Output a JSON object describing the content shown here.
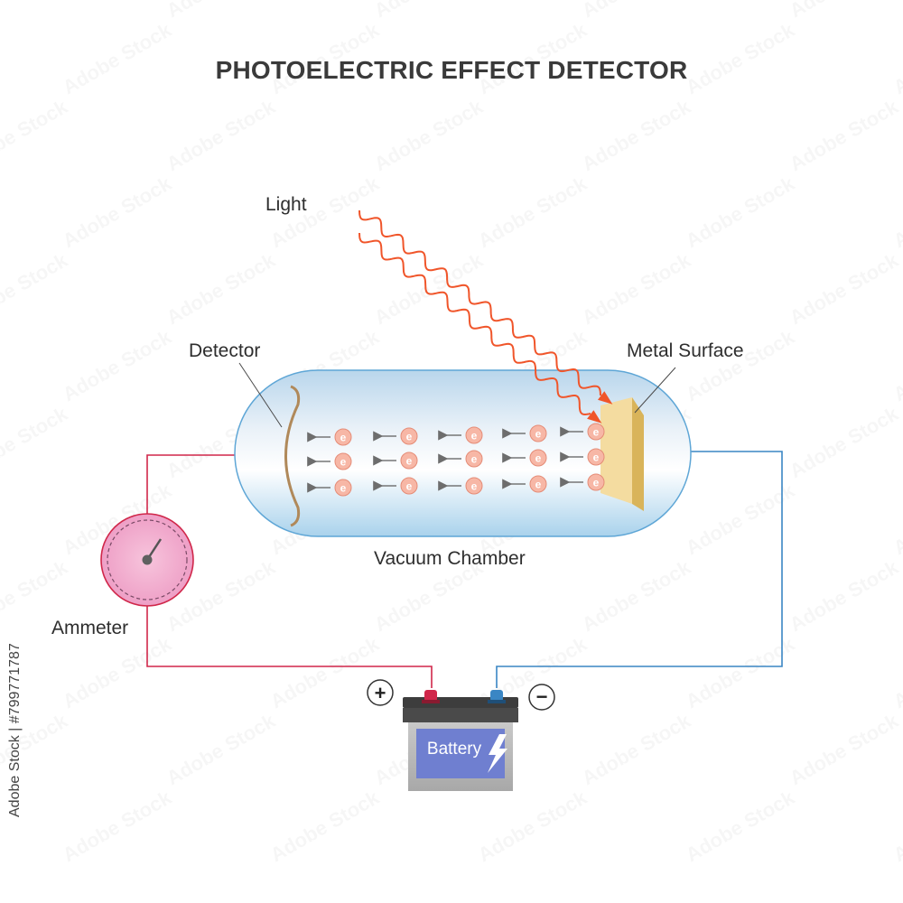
{
  "title": "PHOTOELECTRIC EFFECT DETECTOR",
  "labels": {
    "light": "Light",
    "detector": "Detector",
    "metal_surface": "Metal Surface",
    "vacuum_chamber": "Vacuum Chamber",
    "ammeter": "Ammeter",
    "battery": "Battery",
    "positive": "+",
    "negative": "−",
    "electron": "e"
  },
  "stock_id": "Adobe Stock | #799771787",
  "watermark": "Adobe Stock",
  "colors": {
    "positive_wire": "#d0274a",
    "negative_wire": "#3a86c4",
    "light_wave": "#f0552a",
    "electron_fill": "#f7b7a6",
    "ammeter_fill": "#f2a7c9",
    "battery_label_bg": "#6f7fd0",
    "metal_plate": "#f4dca0"
  }
}
